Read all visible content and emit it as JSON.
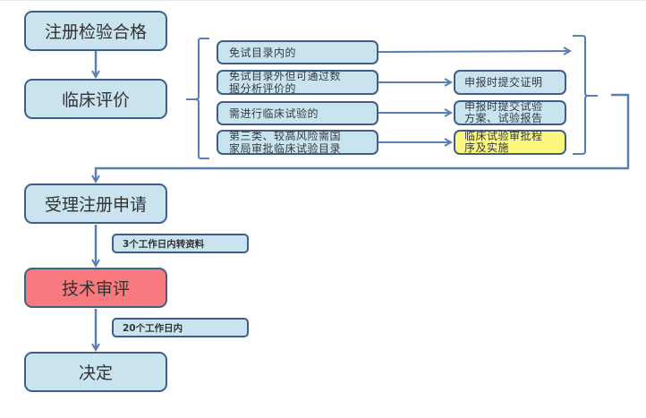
{
  "diagram": {
    "main_steps": [
      {
        "id": "step1",
        "label": "注册检验合格"
      },
      {
        "id": "step2",
        "label": "临床评价"
      },
      {
        "id": "step3",
        "label": "受理注册申请"
      },
      {
        "id": "step4",
        "label": "技术审评",
        "highlight": "#f87a7e"
      },
      {
        "id": "step5",
        "label": "决定"
      }
    ],
    "clinical_options": [
      {
        "label": "免试目录内的",
        "result": null
      },
      {
        "label": "免试目录外但可通过数据分析评价的",
        "result": "申报时提交证明"
      },
      {
        "label": "需进行临床试验的",
        "result": "申报时提交试验方案、试验报告"
      },
      {
        "label": "第三类、较高风险需国家局审批临床试验目录",
        "result": "临床试验审批程序及实施",
        "result_highlight": "#fcf77e"
      }
    ],
    "option_lines": [
      [
        "免试目录内的"
      ],
      [
        "免试目录外但可通过数",
        "据分析评价的"
      ],
      [
        "需进行临床试验的"
      ],
      [
        "第三类、较高风险需国",
        "家局审批临床试验目录"
      ]
    ],
    "result_lines": [
      [
        "申报时提交证明"
      ],
      [
        "申报时提交试验",
        "方案、试验报告"
      ],
      [
        "临床试验审批程",
        "序及实施"
      ]
    ],
    "edge_labels": [
      {
        "from": "受理注册申请",
        "to": "技术审评",
        "label": "3个工作日内转资料"
      },
      {
        "from": "技术审评",
        "to": "决定",
        "label": "20个工作日内"
      }
    ],
    "colors": {
      "box_fill": "#c9e4ee",
      "box_border": "#3e5f8a",
      "line": "#5a7fb5",
      "review_fill": "#f87a7e",
      "approval_fill": "#fcf77e"
    }
  }
}
